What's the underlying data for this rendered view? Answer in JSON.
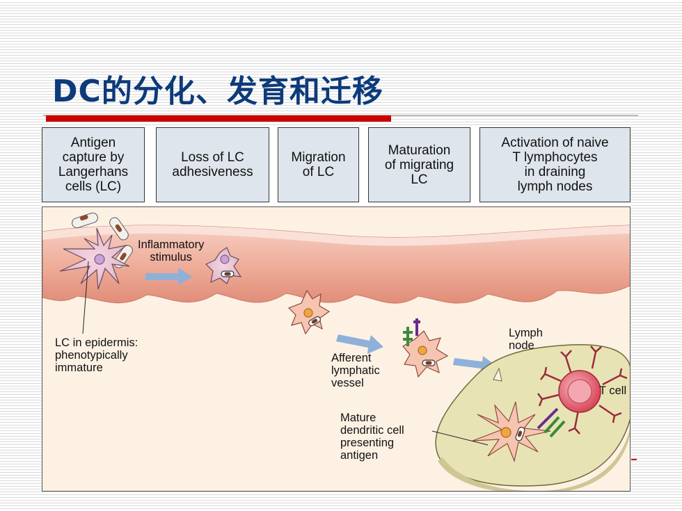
{
  "title": "DC的分化、发育和迁移",
  "steps": [
    "Antigen\ncapture by\nLangerhans\ncells (LC)",
    "Loss of LC\nadhesiveness",
    "Migration\nof LC",
    "Maturation\nof migrating\nLC",
    "Activation of naive\nT lymphocytes\nin draining\nlymph nodes"
  ],
  "labels": {
    "inflammatory": "Inflammatory\nstimulus",
    "lc_epidermis": "LC in epidermis:\nphenotypically\nimmature",
    "afferent": "Afferent\nlymphatic\nvessel",
    "lymph_node": "Lymph\nnode",
    "t_cell": "T cell",
    "mature_dc": "Mature\ndendritic cell\npresenting\nantigen"
  },
  "colors": {
    "title": "#0d3a7a",
    "accent_red": "#cc0000",
    "step_box": "#dfe5ec",
    "epidermis": "#e9a28f",
    "dermis": "#fdf1e4",
    "lymph_node": "#e8e3b5",
    "arrow": "#8fb0d8",
    "t_cell": "#e05c6a"
  }
}
